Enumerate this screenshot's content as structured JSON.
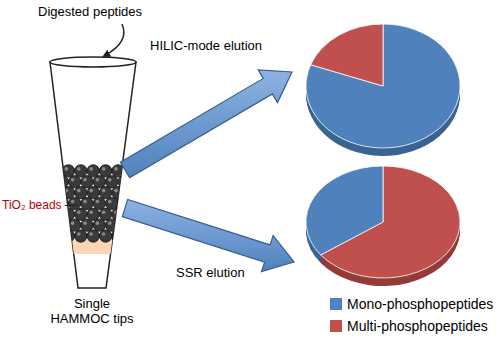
{
  "diagram": {
    "nodes": [
      {
        "text": [
          "Single HAMMOC tips"
        ]
      }
    ],
    "labels": [
      "Digested peptides",
      "TiO₂ beads",
      "HILIC-mode elution",
      "SSR elution"
    ],
    "legend": [
      {
        "text": "Mono-phosphopeptides",
        "color": "#4F81BD"
      },
      {
        "text": "Multi-phosphopeptides",
        "color": "#C0504D"
      }
    ]
  }
}
